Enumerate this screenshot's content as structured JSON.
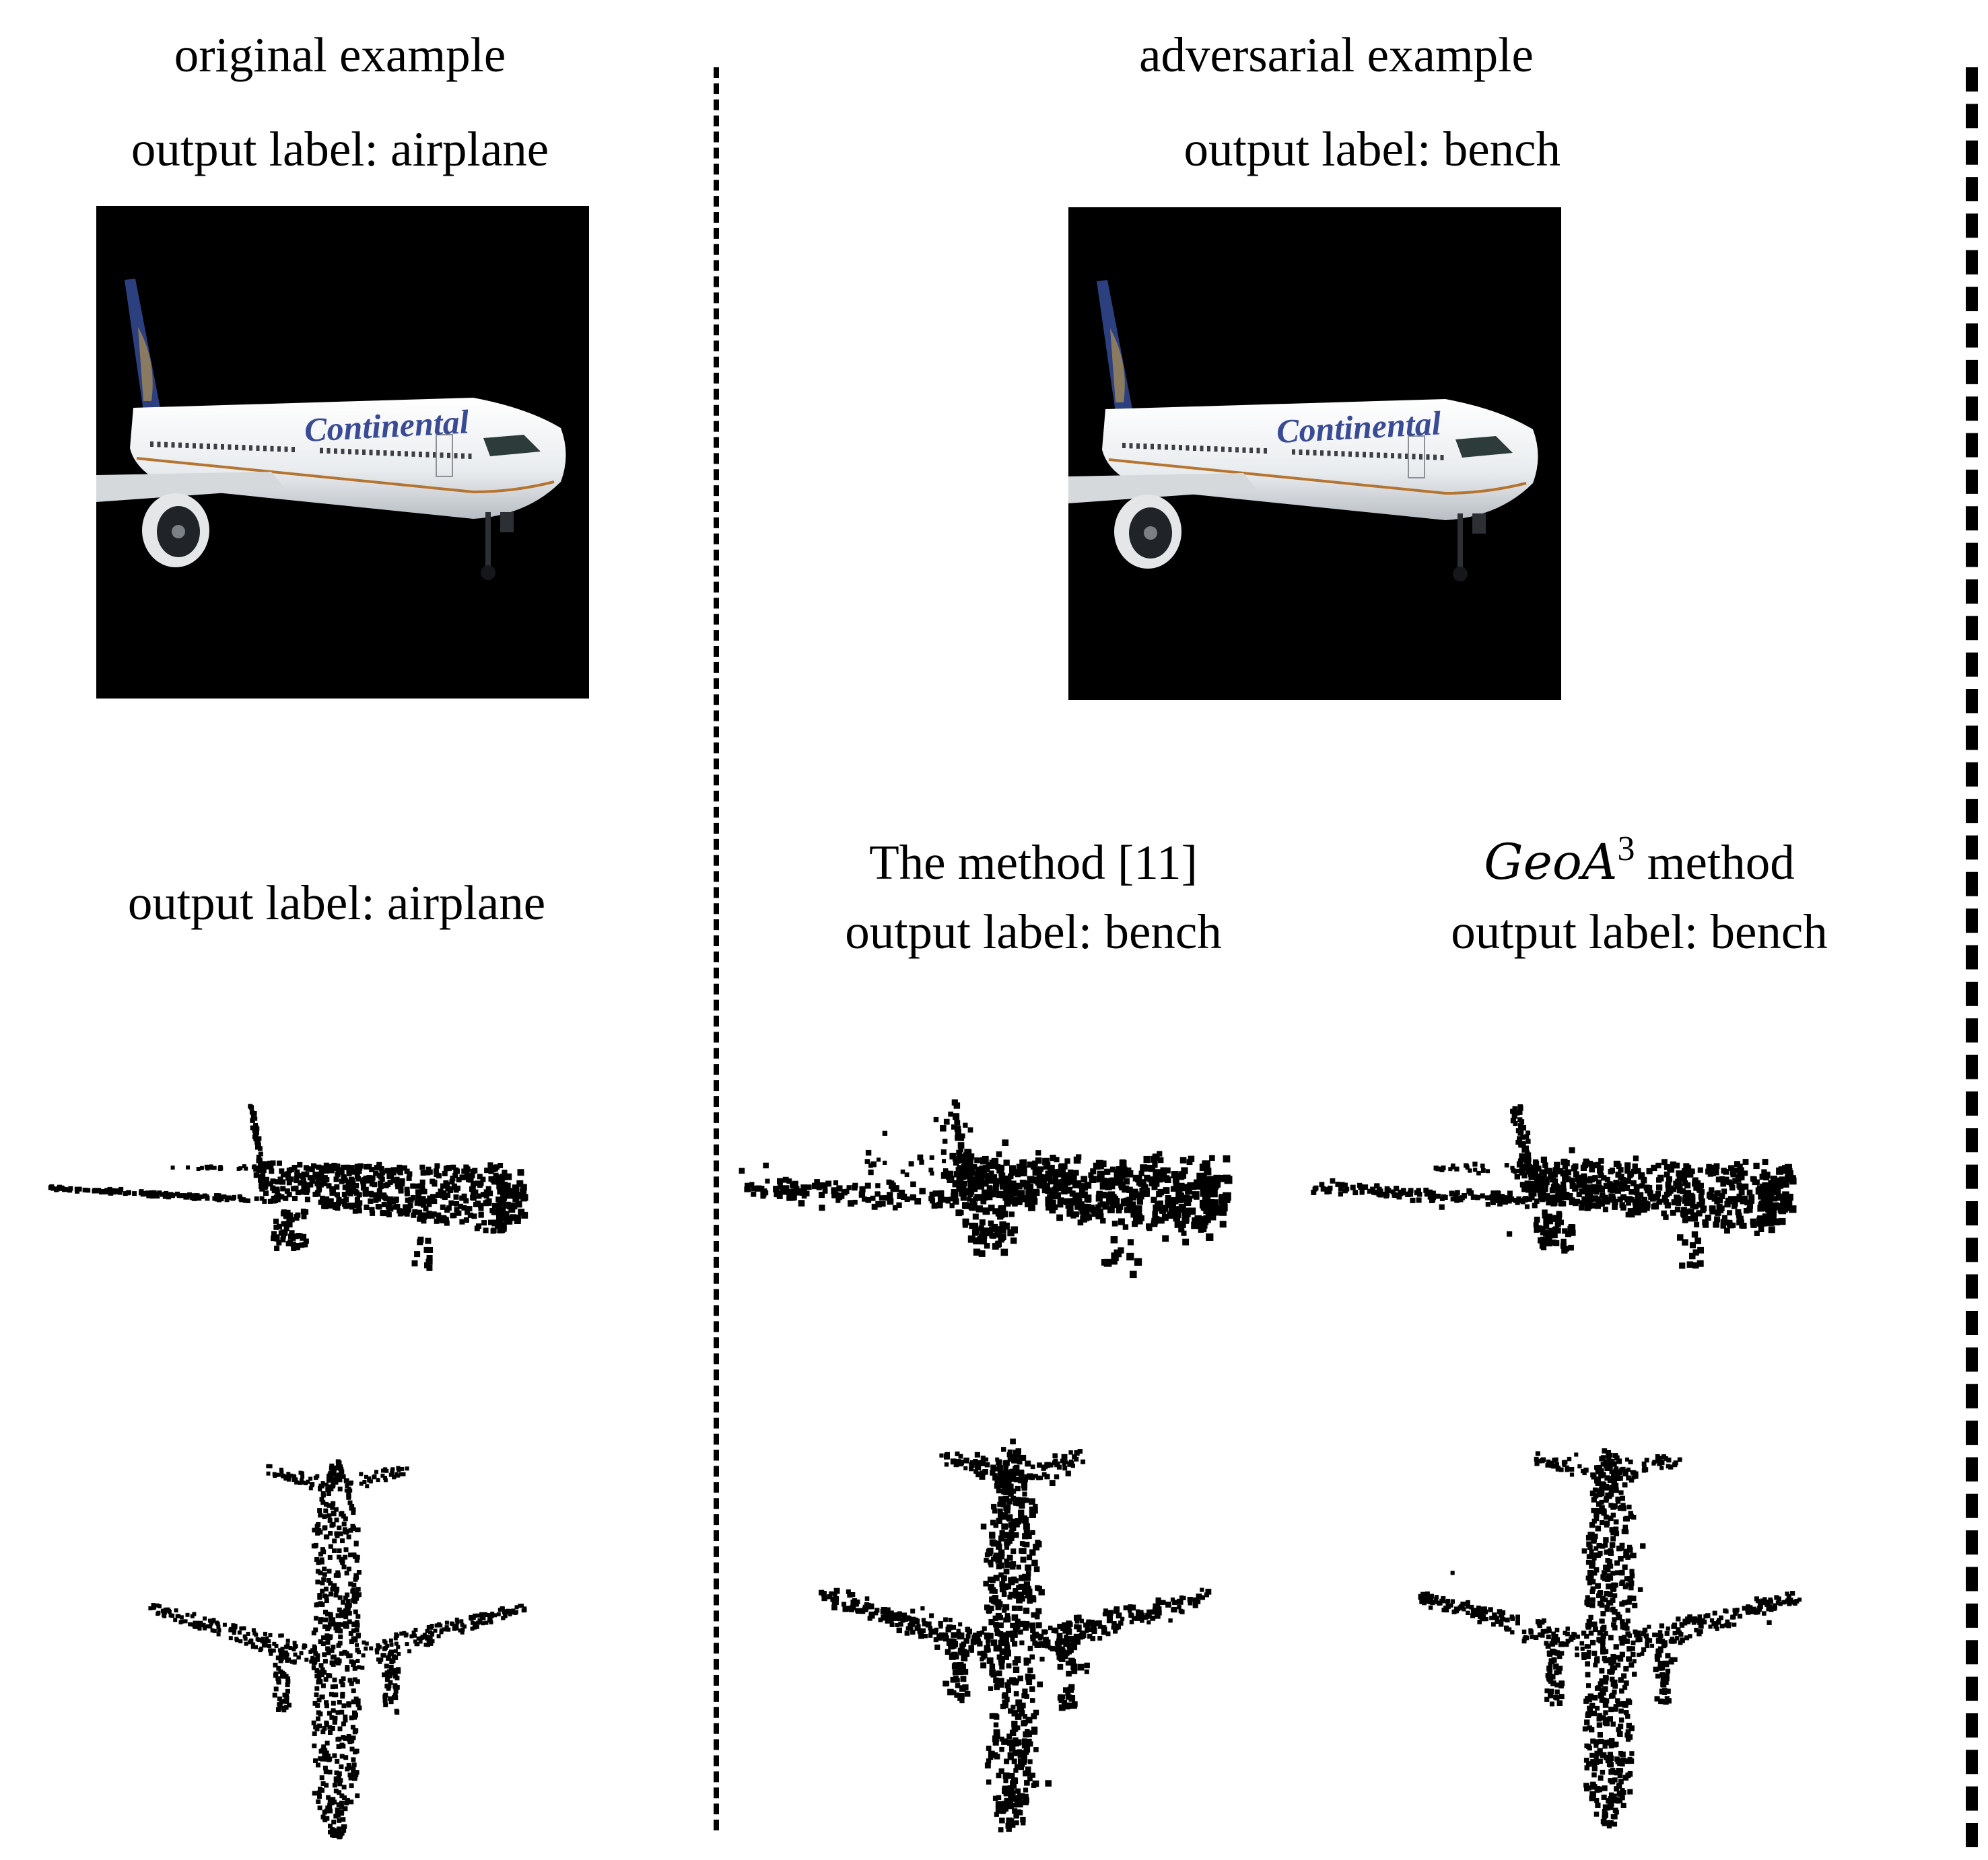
{
  "left_panel": {
    "heading": "original example",
    "image_label": "output label: airplane",
    "cloud_label": "output label: airplane"
  },
  "right_panel": {
    "heading": "adversarial example",
    "image_label": "output label: bench",
    "method_a": {
      "title": "The method [11]",
      "label": "output label: bench"
    },
    "method_b": {
      "title_math": "GeoA",
      "title_sup": "3",
      "title_suffix": " method",
      "label": "output label: bench"
    }
  },
  "photo": {
    "livery_text": "Continental",
    "background": "#000000",
    "livery_color": "#3a4b95",
    "tail_color": "#2c3f7f"
  }
}
